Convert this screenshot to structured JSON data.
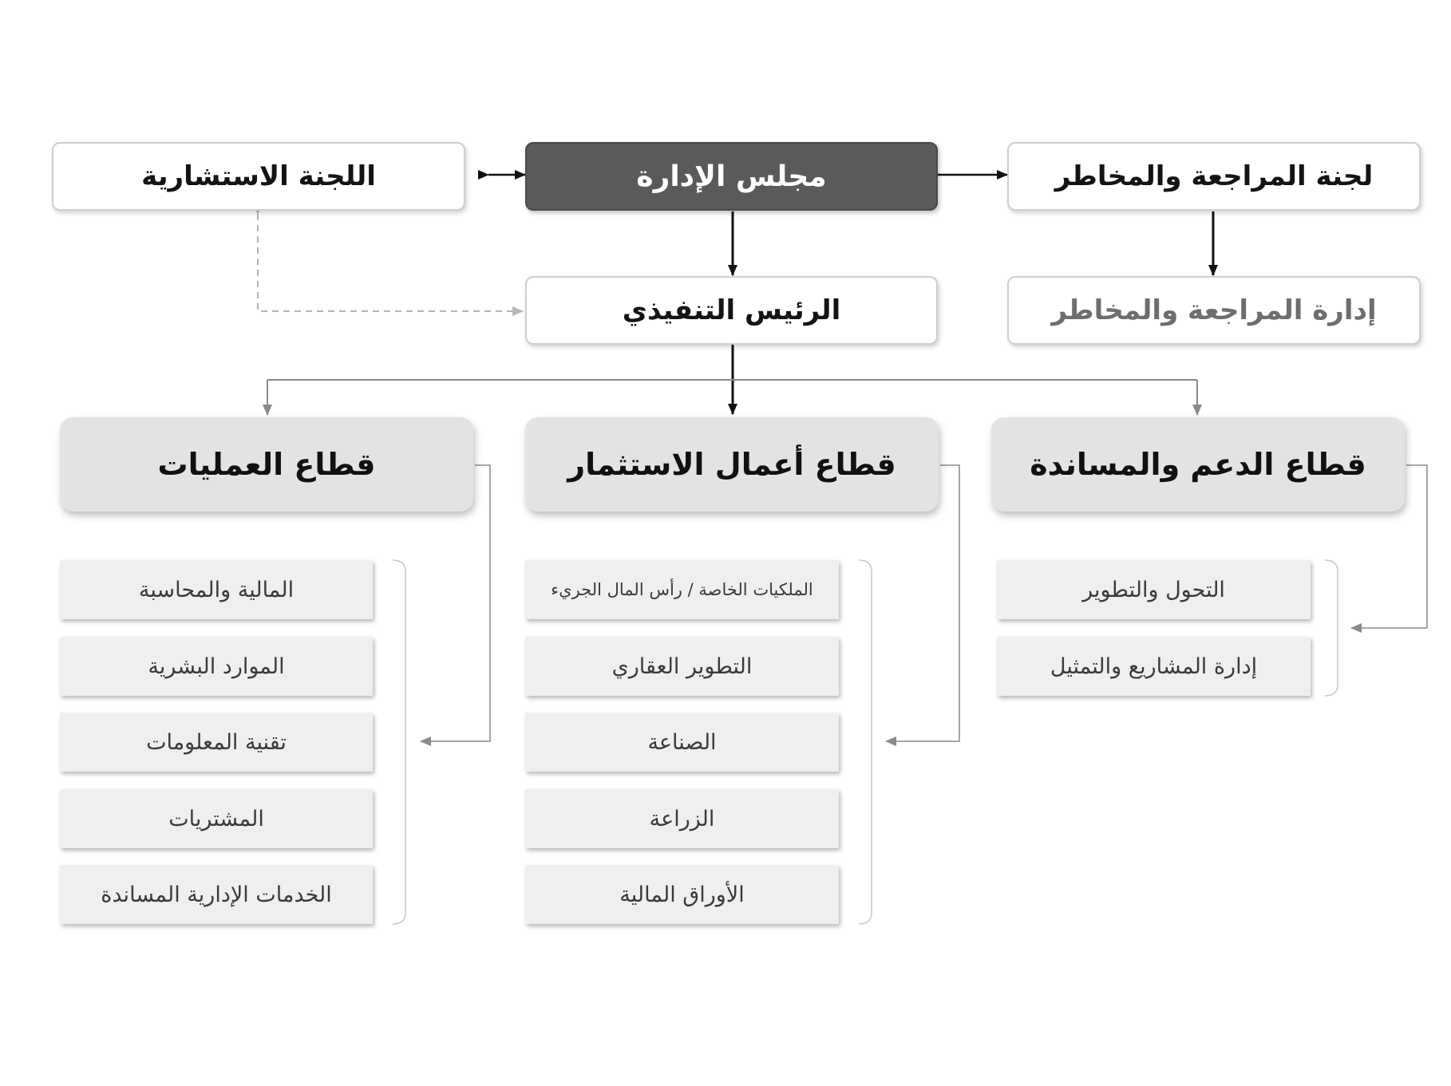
{
  "top_row": {
    "advisory_committee": "اللجنة الاستشارية",
    "board": "مجلس الإدارة",
    "audit_committee": "لجنة المراجعة والمخاطر"
  },
  "second_row": {
    "ceo": "الرئيس التنفيذي",
    "audit_management": "إدارة المراجعة والمخاطر"
  },
  "sectors": {
    "operations": {
      "title": "قطاع العمليات",
      "departments": [
        "المالية والمحاسبة",
        "الموارد البشرية",
        "تقنية المعلومات",
        "المشتريات",
        "الخدمات الإدارية المساندة"
      ]
    },
    "investment": {
      "title": "قطاع أعمال الاستثمار",
      "departments": [
        "الملكيات الخاصة / رأس المال الجريء",
        "التطوير العقاري",
        "الصناعة",
        "الزراعة",
        "الأوراق المالية"
      ]
    },
    "support": {
      "title": "قطاع الدعم والمساندة",
      "departments": [
        "التحول والتطوير",
        "إدارة المشاريع والتمثيل"
      ]
    }
  },
  "colors": {
    "board_fill": "#5a5a5a",
    "sector_fill": "#e3e3e3",
    "department_fill": "#efefef",
    "connector": "#111111",
    "thin_connector": "#8a8a8a",
    "dashed_connector": "#b5b5b5"
  }
}
